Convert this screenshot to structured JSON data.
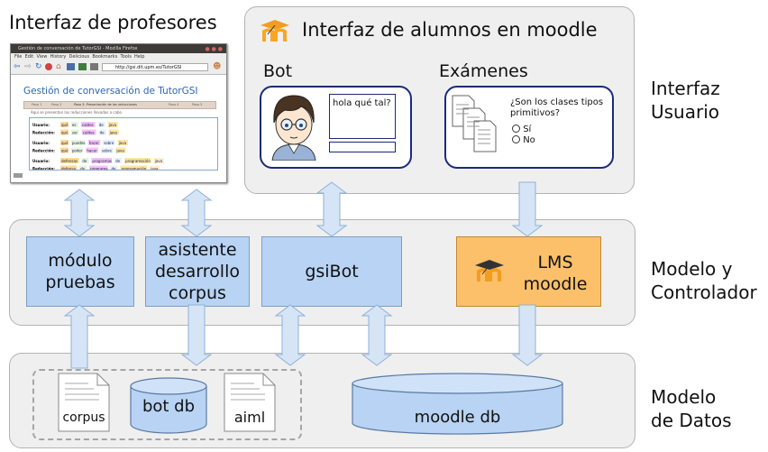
{
  "titles": {
    "teacher": "Interfaz de profesores",
    "student": "Interfaz de alumnos en moodle"
  },
  "layers": {
    "ui": [
      "Interfaz",
      "Usuario"
    ],
    "controller": [
      "Modelo y",
      "Controlador"
    ],
    "data": [
      "Modelo",
      "de Datos"
    ]
  },
  "student_ui": {
    "bot_label": "Bot",
    "bot_chat": "hola qué tal?",
    "exams_label": "Exámenes",
    "question": [
      "¿Son los clases tipos",
      "primitivos?"
    ],
    "options": [
      "Sí",
      "No"
    ]
  },
  "modules": {
    "pruebas": [
      "módulo",
      "pruebas"
    ],
    "asistente": [
      "asistente",
      "desarrollo",
      "corpus"
    ],
    "gsibot": "gsiBot",
    "lms": [
      "LMS",
      "moodle"
    ]
  },
  "data_stores": {
    "corpus": "corpus",
    "botdb": "bot db",
    "aiml": "aiml",
    "moodledb": "moodle db"
  },
  "browser": {
    "window_title": "Gestión de conversación de TutorGSI - Mozilla Firefox",
    "menu": [
      "File",
      "Edit",
      "View",
      "History",
      "Delicious",
      "Bookmarks",
      "Tools",
      "Help"
    ],
    "url": "http://gsi.dit.upm.es/TutorGSI",
    "page_heading": "Gestión de conversación de TutorGSI",
    "tabs": [
      "Paso 1",
      "Paso 2",
      "Paso 3: Presentación de las reducciones",
      "Paso 4",
      "Paso 5"
    ],
    "note": "Aquí se presentan las reducciones llevadas a cabo",
    "rows": [
      {
        "label": "Usuario:",
        "words": [
          "qué",
          "es",
          "caldes",
          "de",
          "java"
        ]
      },
      {
        "label": "Reducción:",
        "words": [
          "qué",
          "ser",
          "caldes",
          "de",
          "java"
        ]
      },
      {
        "label": "Usuario:",
        "words": [
          "qué",
          "puedes",
          "hacer",
          "sobre",
          "java"
        ]
      },
      {
        "label": "Reducción:",
        "words": [
          "qué",
          "poder",
          "hacer",
          "sobre",
          "java"
        ]
      },
      {
        "label": "Usuario:",
        "words": [
          "defensas",
          "de",
          "programas",
          "de",
          "programación",
          "java"
        ]
      },
      {
        "label": "Reducción:",
        "words": [
          "defensa",
          "de",
          "programa",
          "de",
          "programación",
          "java"
        ]
      }
    ]
  }
}
